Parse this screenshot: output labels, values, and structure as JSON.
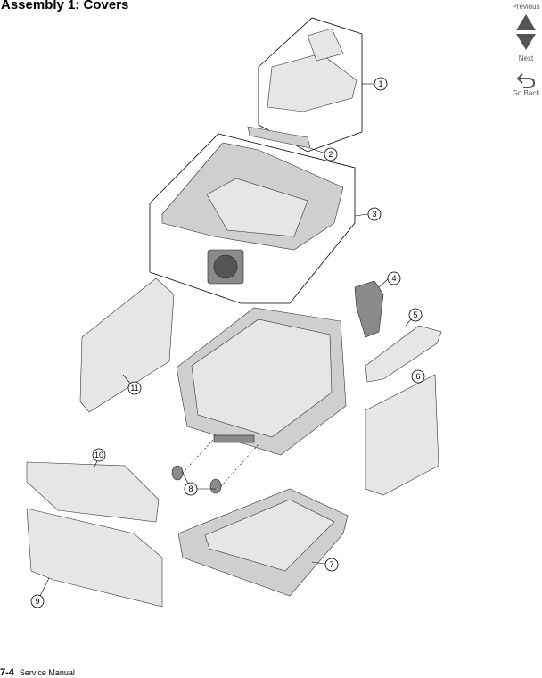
{
  "header": {
    "title": "Assembly 1:  Covers"
  },
  "nav": {
    "previous": "Previous",
    "next": "Next",
    "go_back": "Go Back"
  },
  "callouts": [
    "1",
    "2",
    "3",
    "4",
    "5",
    "6",
    "7",
    "8",
    "9",
    "10",
    "11",
    "8"
  ],
  "footer": {
    "page": "7-4",
    "manual": "Service Manual"
  }
}
